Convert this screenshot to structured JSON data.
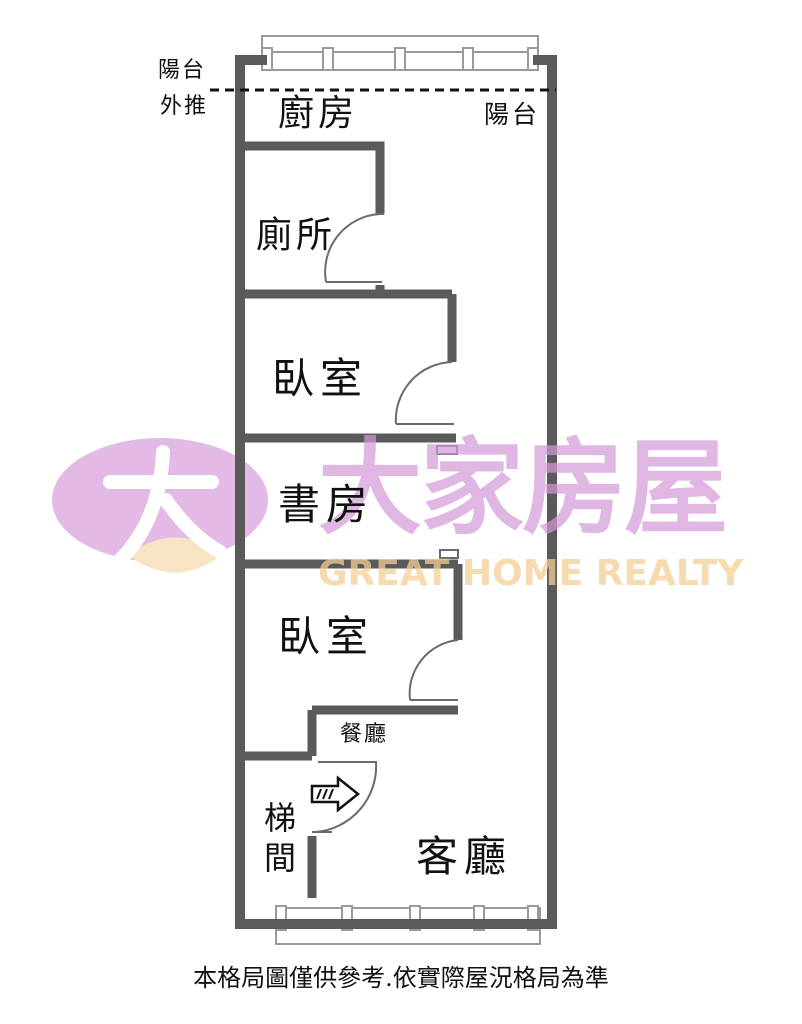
{
  "labels": {
    "balcony_top_left": "陽台",
    "extended": "外推",
    "kitchen": "廚房",
    "balcony_right": "陽台",
    "toilet": "廁所",
    "bedroom_1": "臥室",
    "study": "書房",
    "bedroom_2": "臥室",
    "dining": "餐廳",
    "stairs": "梯間",
    "living": "客廳"
  },
  "watermark": {
    "brand_cn": "大家房屋",
    "brand_en": "GREAT HOME REALTY",
    "logo_glyph": "大"
  },
  "disclaimer": "本格局圖僅供參考.依實際屋況格局為準",
  "colors": {
    "wall": "#5a5a5a",
    "watermark_pink": "#d49ad8",
    "watermark_peach": "#f6d9a6"
  }
}
